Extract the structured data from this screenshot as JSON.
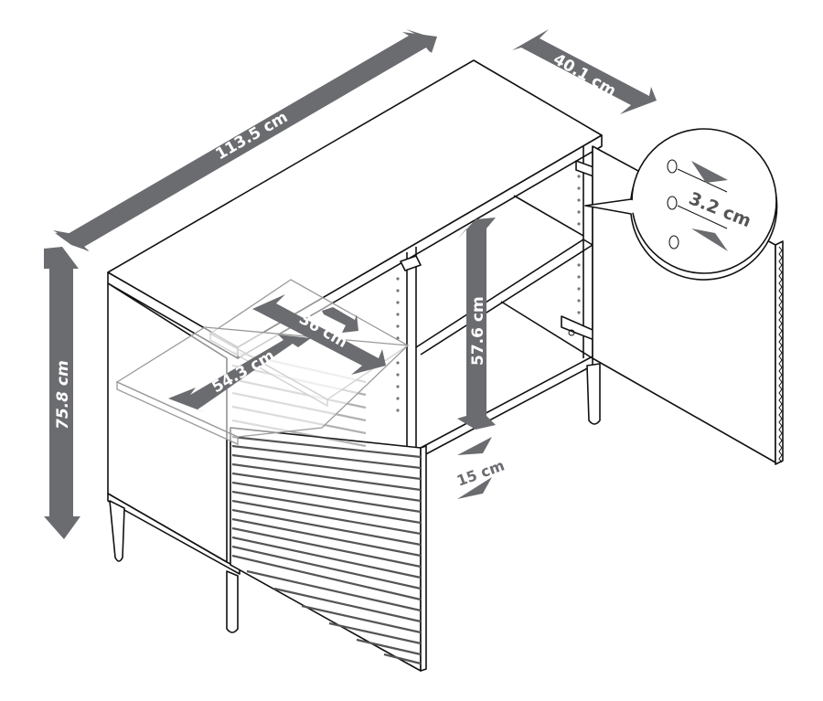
{
  "diagram": {
    "subject": "Sideboard cabinet with slatted door, open door, adjustable shelves",
    "colors": {
      "arrow": "#6b6c70",
      "line": "#111111",
      "background": "#ffffff",
      "ghost_shelf": "#9a9a9a"
    },
    "dimensions": {
      "width": "113.5 cm",
      "depth": "40.1 cm",
      "height": "75.8 cm",
      "shelf_width": "54.3 cm",
      "shelf_depth": "36 cm",
      "interior_height": "57.6 cm",
      "leg_clearance": "15 cm",
      "hole_spacing": "3.2 cm"
    },
    "callout": {
      "name": "shelf-pin-hole-detail",
      "label": "3.2 cm",
      "holes": 3
    }
  }
}
